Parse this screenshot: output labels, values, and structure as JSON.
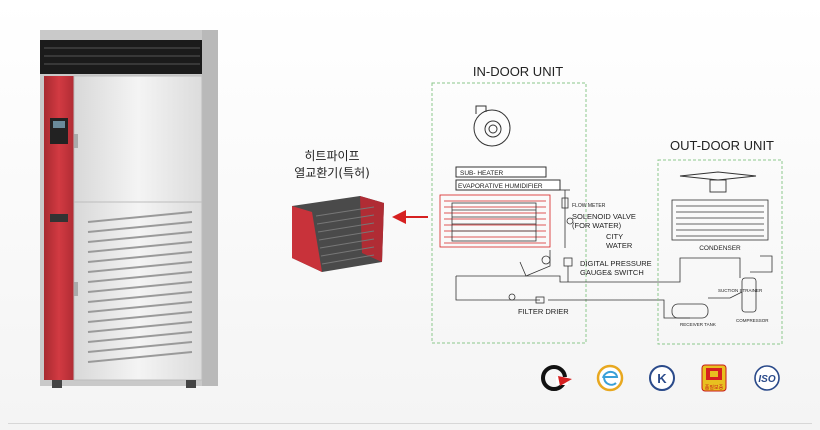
{
  "heatpipe": {
    "line1": "히트파이프",
    "line2": "열교환기(특허)"
  },
  "units": {
    "indoor_title": "IN-DOOR UNIT",
    "outdoor_title": "OUT-DOOR UNIT"
  },
  "labels": {
    "sub_heater": "SUB- HEATER",
    "evap_humidifier": "EVAPORATIVE HUMIDIFIER",
    "flow_meter": "FLOW METER",
    "solenoid_1": "SOLENOID VALVE",
    "solenoid_2": "(FOR WATER)",
    "city_1": "CITY",
    "city_2": "WATER",
    "pressure_1": "DIGITAL PRESSURE",
    "pressure_2": "GAUGE& SWITCH",
    "filter_drier": "FILTER DRIER",
    "condenser": "CONDENSER",
    "suction_strainer": "SUCTION STRAINER",
    "receiver_tank": "RECEIVER TANK",
    "compressor": "COMPRESSOR"
  },
  "certs": {
    "iso": "ISO",
    "quality_mark": "품질보증"
  },
  "colors": {
    "accent_red": "#c8323a",
    "cabinet_white": "#ececec",
    "dashed_green": "#8cc88c",
    "arrow_red": "#d62020"
  },
  "icons": [
    "g-cert-icon",
    "e-cert-icon",
    "k-cert-icon",
    "q-cert-icon",
    "iso-cert-icon"
  ]
}
